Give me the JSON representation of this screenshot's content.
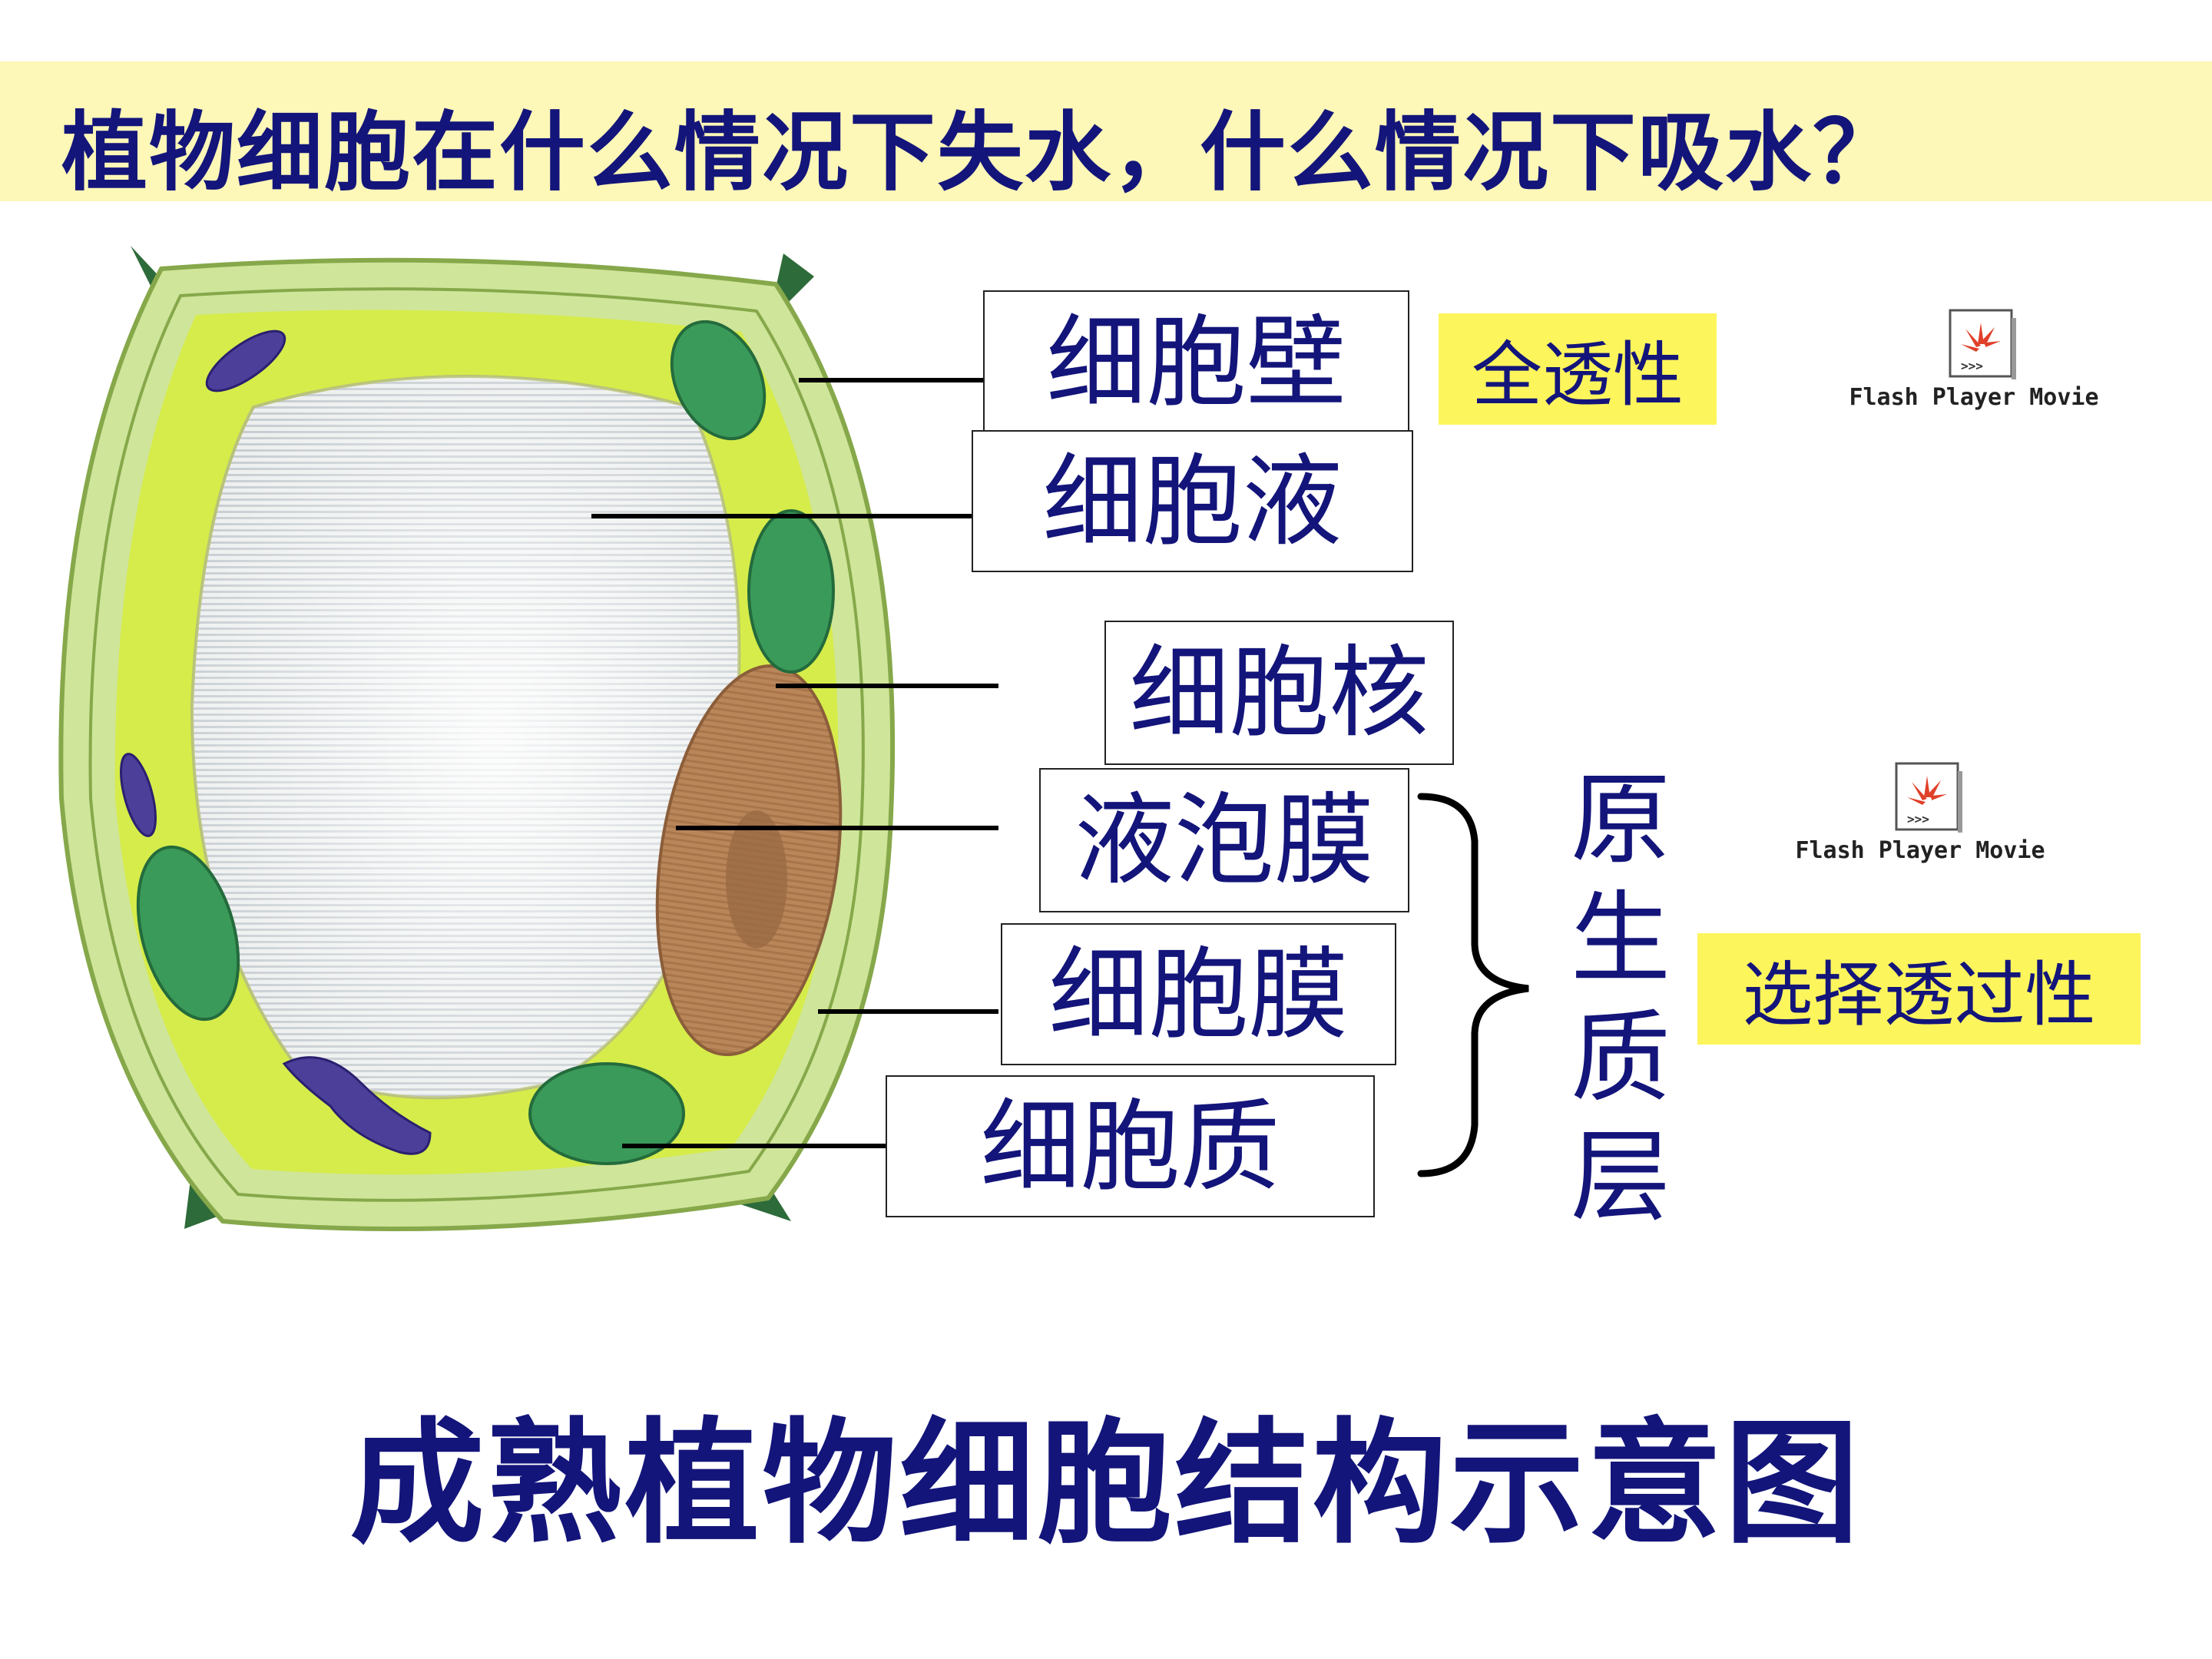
{
  "header": {
    "question": "植物细胞在什么情况下失水，什么情况下吸水？"
  },
  "labels": {
    "cell_wall": "细胞壁",
    "cell_sap": "细胞液",
    "nucleus": "细胞核",
    "tonoplast": "液泡膜",
    "cell_membrane": "细胞膜",
    "cytoplasm": "细胞质"
  },
  "properties": {
    "wall_permeability": "全透性",
    "protoplast_permeability": "选择透过性"
  },
  "group": {
    "chars": [
      "原",
      "生",
      "质",
      "层"
    ]
  },
  "flash": {
    "caption": "Flash Player Movie"
  },
  "footer": {
    "caption": "成熟植物细胞结构示意图"
  },
  "colors": {
    "text": "#13157a",
    "title_band": "#fdf7b8",
    "tag": "#fdf55c",
    "cytoplasm": "#d6ec4a",
    "wall": "#cfe59a",
    "chloroplast": "#3a9a5a",
    "nucleus": "#b9865a",
    "vacuole": "#e2e6e8",
    "granule": "#4c3f9a"
  }
}
